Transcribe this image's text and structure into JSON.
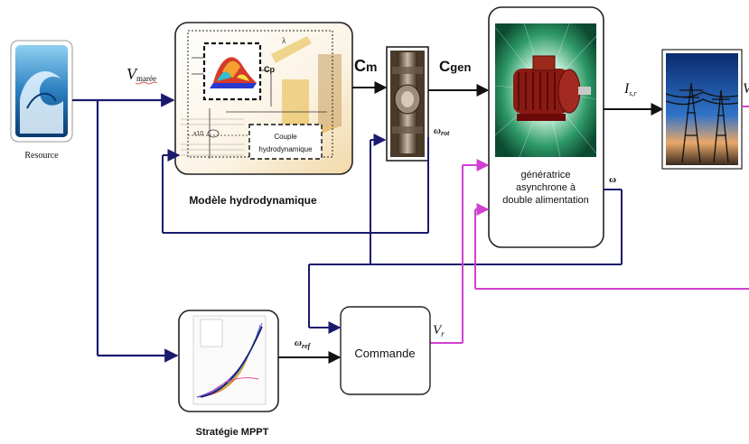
{
  "labels": {
    "resource": "Resource",
    "v_main": "V",
    "v_sub": "marée",
    "hydro_title": "Modèle hydrodynamique",
    "couple_line1": "Couple",
    "couple_line2": "hydrodynamique",
    "cp": "Cp",
    "lambda": "λ",
    "cm_main": "C",
    "cm_sub": "m",
    "cgen_main": "C",
    "cgen_sub": "gen",
    "omega_rot_main": "ω",
    "omega_rot_sub": "rot",
    "gen_line1": "génératrice",
    "gen_line2": "asynchrone à",
    "gen_line3": "double alimentation",
    "omega": "ω",
    "isr_main": "I",
    "isr_sub": "s,r",
    "v_right": "V",
    "mppt_title": "Stratégie MPPT",
    "omega_ref_main": "ω",
    "omega_ref_sub": "ref",
    "commande": "Commande",
    "vr_main": "V",
    "vr_sub": "r"
  },
  "colors": {
    "signal_line": "#1a1a6e",
    "control_line": "#d040d0",
    "box_border": "#222222"
  }
}
